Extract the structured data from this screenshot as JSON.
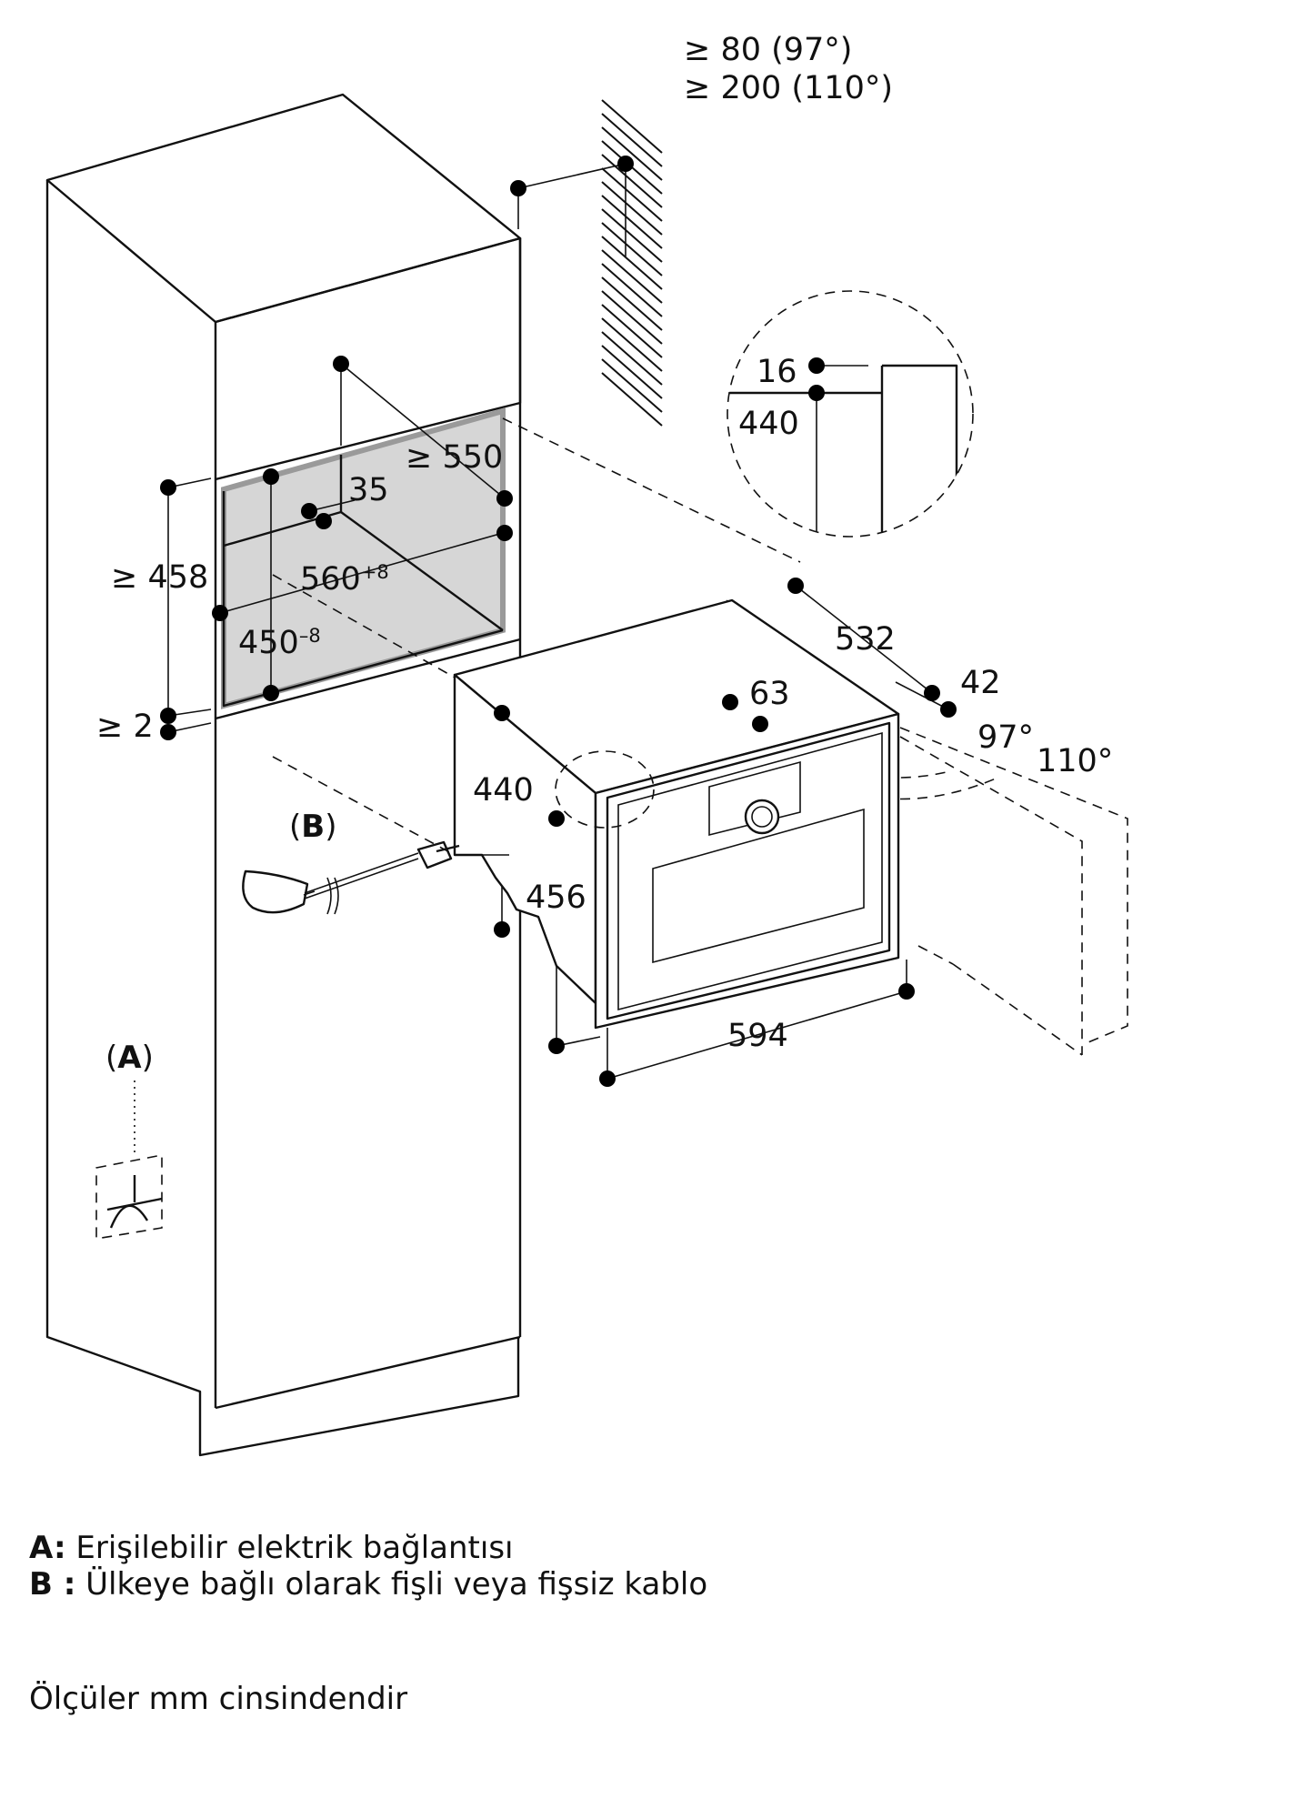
{
  "dimensions": {
    "vent_top": "≥ 80 (97°)",
    "vent_bottom": "≥ 200 (110°)",
    "detail_16": "16",
    "detail_440": "440",
    "depth_550": "≥ 550",
    "d35": "35",
    "width_560": "560",
    "width_560_tol": "+8",
    "height_458": "≥ 458",
    "height_450": "450",
    "height_450_tol": "–8",
    "gap_2": "≥ 2",
    "oven_532": "532",
    "oven_42": "42",
    "oven_63": "63",
    "angle_97": "97°",
    "angle_110": "110°",
    "oven_440": "440",
    "oven_456": "456",
    "oven_594": "594"
  },
  "markers": {
    "b_letter": "B",
    "a_letter": "A",
    "open_paren": "(",
    "close_paren": ")"
  },
  "legend": {
    "a_key": "A:",
    "a_text": "Erişilebilir elektrik bağlantısı",
    "b_key": "B :",
    "b_text": "Ülkeye bağlı olarak fişli veya fişsiz kablo",
    "units": "Ölçüler mm cinsindendir"
  }
}
